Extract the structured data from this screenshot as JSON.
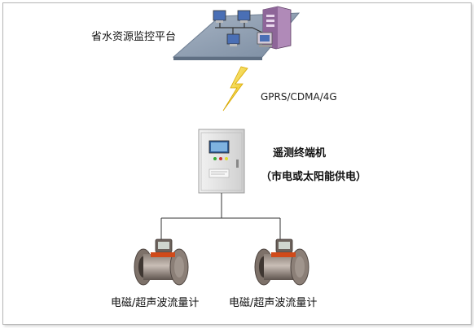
{
  "platform": {
    "label": "省水资源监控平台"
  },
  "link": {
    "label": "GPRS/CDMA/4G"
  },
  "terminal": {
    "name": "遥测终端机",
    "power": "（市电或太阳能供电）"
  },
  "meters": [
    {
      "label": "电磁/超声波流量计"
    },
    {
      "label": "电磁/超声波流量计"
    }
  ],
  "colors": {
    "platform": "#8a9bb0",
    "lightning": "#f3d21c",
    "cabinet": "#e4e4e4",
    "meter": "#9b8f86",
    "accent": "#d04a1a"
  }
}
